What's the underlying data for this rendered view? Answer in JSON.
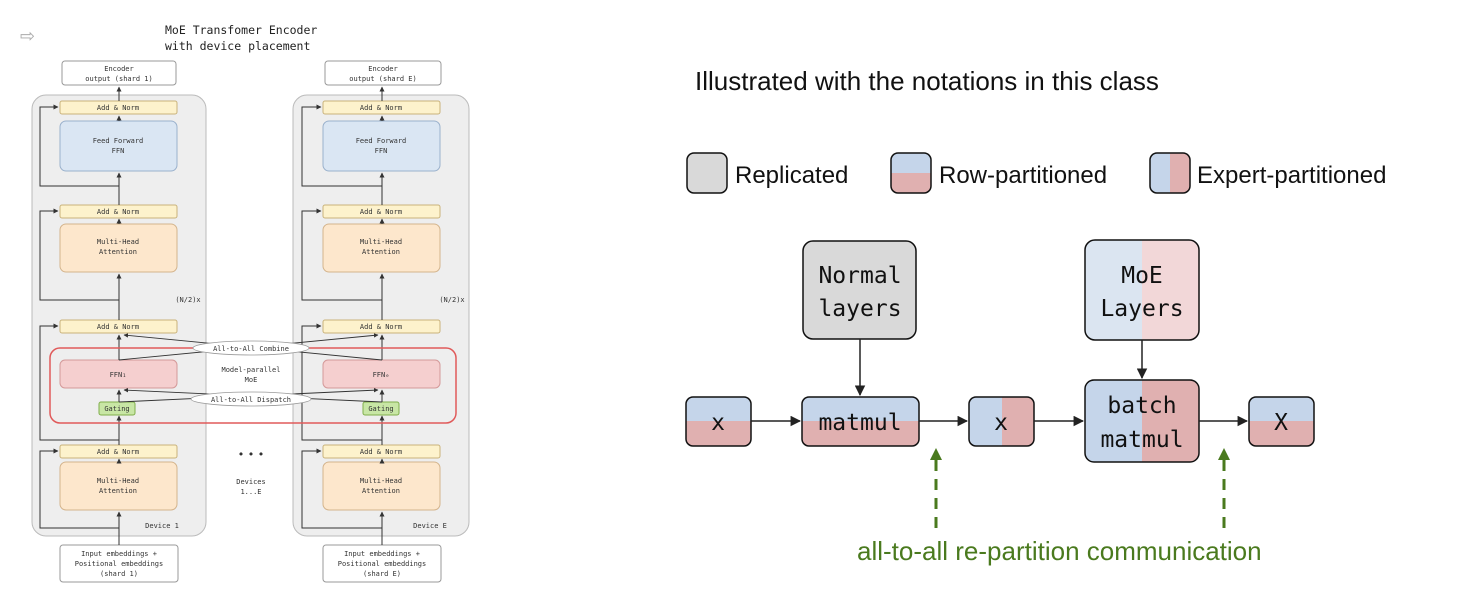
{
  "left": {
    "title_line1": "MoE Transfomer Encoder",
    "title_line2": "with device placement",
    "arrow_glyph": "⇨",
    "shard1": {
      "output_line1": "Encoder",
      "output_line2": "output (shard 1)",
      "add_norm": "Add & Norm",
      "ffn_line1": "Feed Forward",
      "ffn_line2": "FFN",
      "mha_line1": "Multi-Head",
      "mha_line2": "Attention",
      "ffn_sub": "FFN₁",
      "gating": "Gating",
      "device": "Device 1",
      "input_line1": "Input embeddings +",
      "input_line2": "Positional embeddings",
      "input_line3": "(shard 1)"
    },
    "shardE": {
      "output_line1": "Encoder",
      "output_line2": "output (shard E)",
      "add_norm": "Add & Norm",
      "ffn_line1": "Feed Forward",
      "ffn_line2": "FFN",
      "mha_line1": "Multi-Head",
      "mha_line2": "Attention",
      "ffn_sub": "FFNₑ",
      "gating": "Gating",
      "device": "Device E",
      "input_line1": "Input embeddings +",
      "input_line2": "Positional embeddings",
      "input_line3": "(shard E)"
    },
    "repeat": "(N/2)x",
    "combine": "All-to-All Combine",
    "dispatch": "All-to-All Dispatch",
    "model_parallel_line1": "Model-parallel",
    "model_parallel_line2": "MoE",
    "dots": "• • •",
    "devices_line1": "Devices",
    "devices_line2": "1...E"
  },
  "right": {
    "heading": "Illustrated with the notations in this class",
    "legend": {
      "replicated": "Replicated",
      "row_partitioned": "Row-partitioned",
      "expert_partitioned": "Expert-partitioned"
    },
    "normal_layers_line1": "Normal",
    "normal_layers_line2": "layers",
    "moe_layers_line1": "MoE",
    "moe_layers_line2": "Layers",
    "x_in": "x",
    "matmul": "matmul",
    "x_mid": "x",
    "batch_line1": "batch",
    "batch_line2": "matmul",
    "x_out": "X",
    "communication": "all-to-all re-partition communication"
  },
  "colors": {
    "replicated": "#d9d9d9",
    "row_blue": "#c5d5ea",
    "row_red": "#e0b0b0",
    "expert_light_blue": "#dbe5f1",
    "expert_light_red": "#f2d7d8",
    "green": "#4a7a1e",
    "red_box": "#e05a5a",
    "ffn_blue": "#dae6f3",
    "attn_orange": "#fde7cc",
    "addnorm_yellow": "#fdf2cc",
    "ffn_pink": "#f5cfcf",
    "gating_green": "#c8e6a5"
  }
}
